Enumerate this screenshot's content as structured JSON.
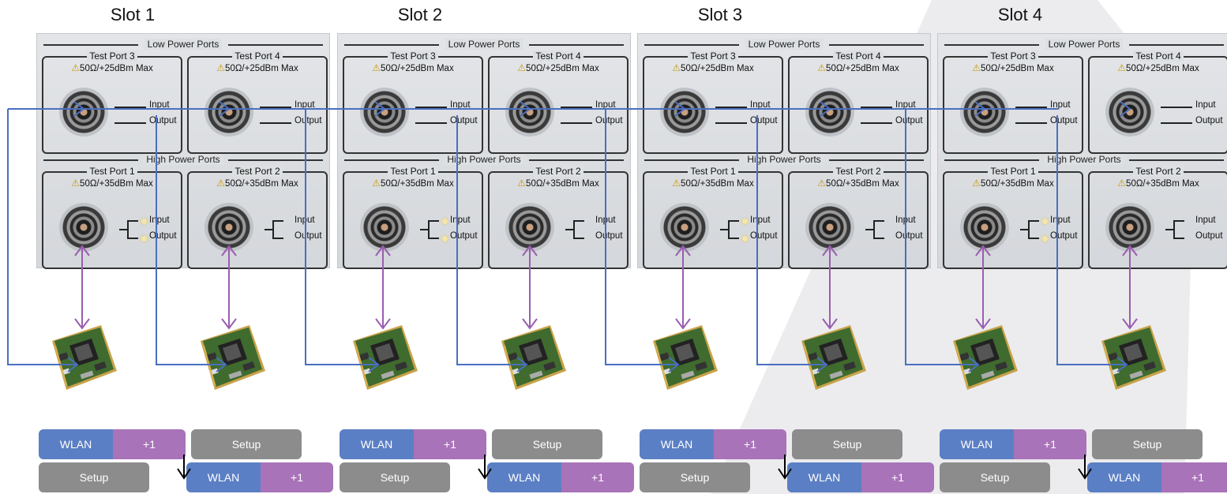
{
  "labels": {
    "low_power": "Low Power Ports",
    "high_power": "High Power Ports",
    "port3": "Test Port 3",
    "port4": "Test Port 4",
    "port1": "Test Port 1",
    "port2": "Test Port 2",
    "rating_low": "50Ω/+25dBm Max",
    "rating_high": "50Ω/+35dBm Max",
    "input": "Input",
    "output": "Output",
    "wlan": "WLAN",
    "plus1": "+1",
    "setup": "Setup"
  },
  "slots": [
    {
      "title": "Slot 1"
    },
    {
      "title": "Slot 2"
    },
    {
      "title": "Slot 3"
    },
    {
      "title": "Slot 4"
    }
  ],
  "colors": {
    "blue_wire": "#4a6fc0",
    "purple_wire": "#9a5db0",
    "wlan": "#5b7fc4",
    "plus1": "#a873b8",
    "setup": "#8c8c8c"
  }
}
